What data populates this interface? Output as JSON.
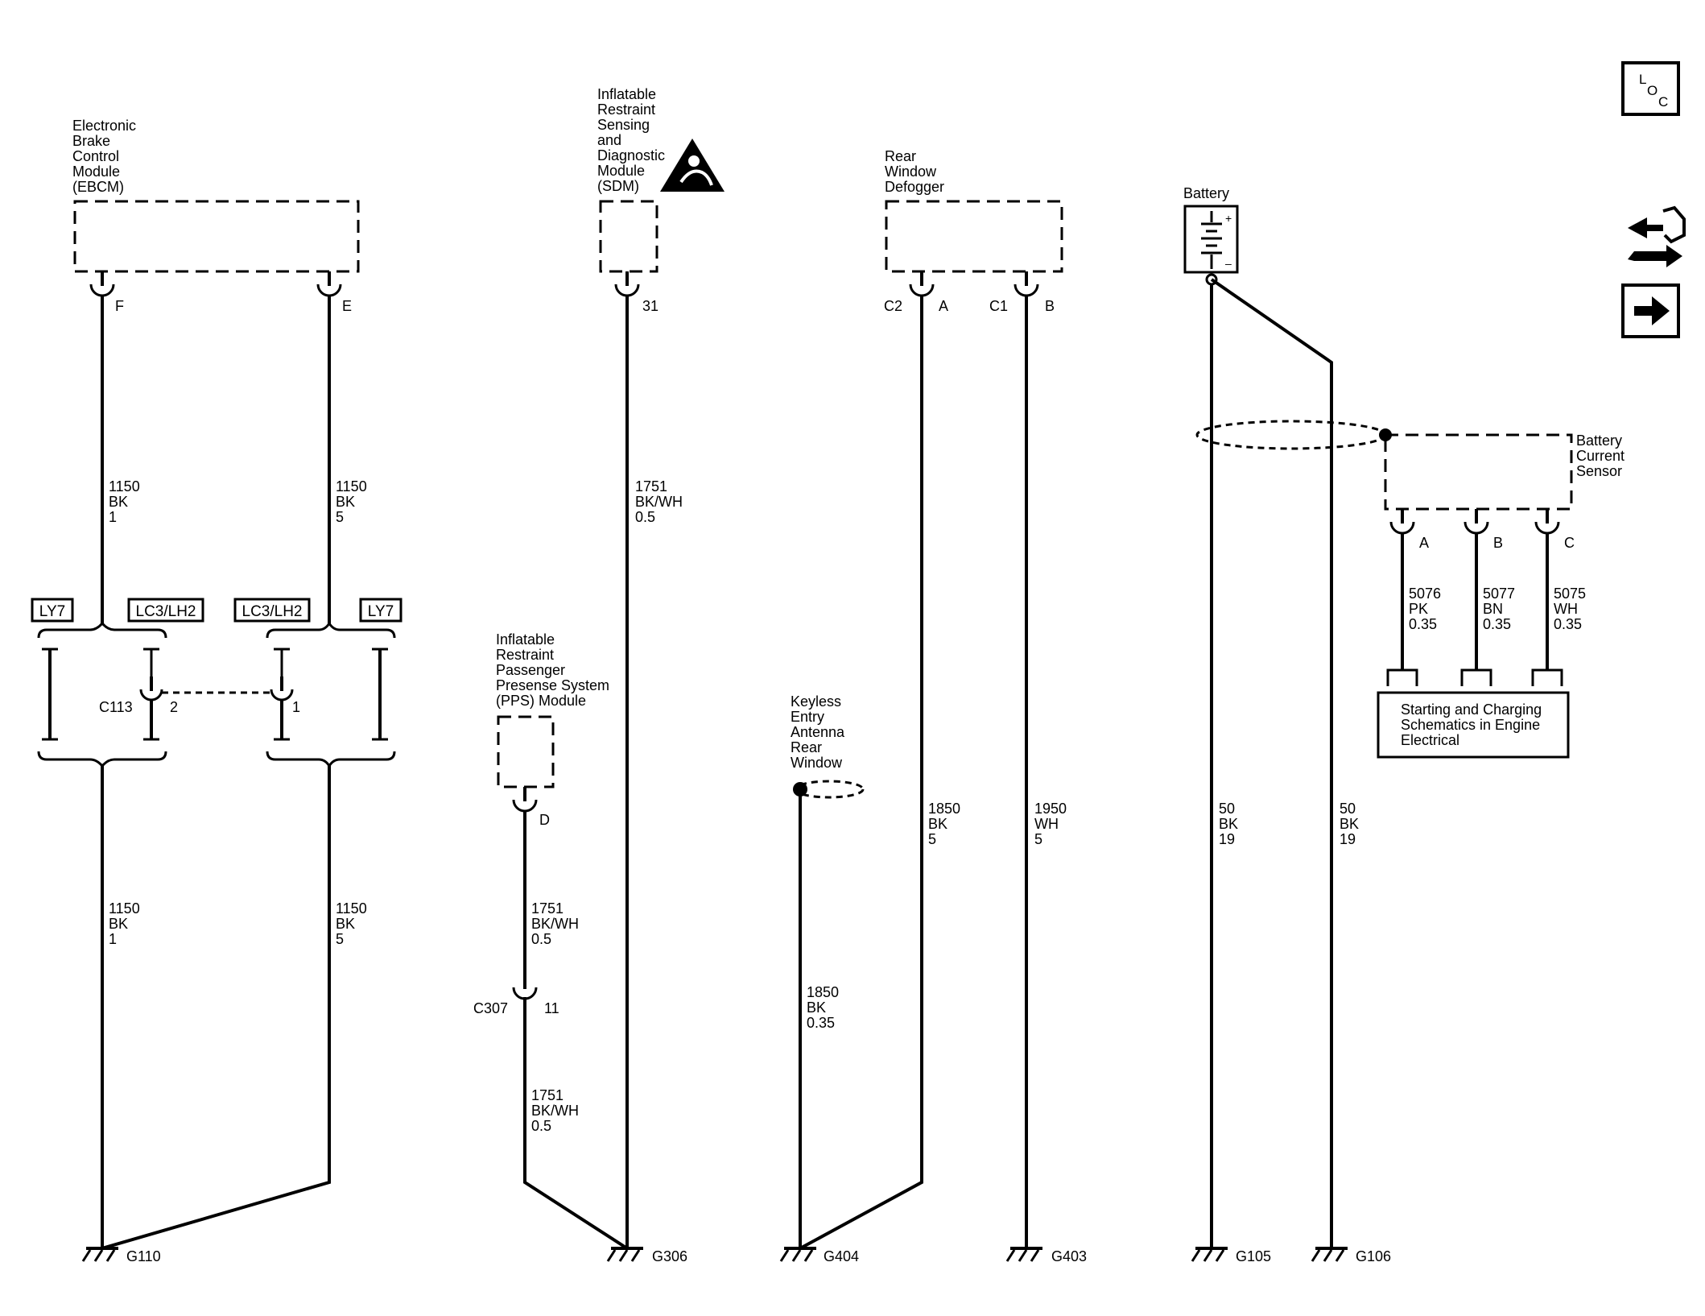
{
  "components": {
    "ebcm": [
      "Electronic",
      "Brake",
      "Control",
      "Module",
      "(EBCM)"
    ],
    "sdm": [
      "Inflatable",
      "Restraint",
      "Sensing",
      "and",
      "Diagnostic",
      "Module",
      "(SDM)"
    ],
    "pps": [
      "Inflatable",
      "Restraint",
      "Passenger",
      "Presense System",
      "(PPS) Module"
    ],
    "defogger": [
      "Rear",
      "Window",
      "Defogger"
    ],
    "keyless": [
      "Keyless",
      "Entry",
      "Antenna",
      "Rear",
      "Window"
    ],
    "battery": "Battery",
    "battery_plus": "+",
    "battery_minus": "–",
    "current_sensor": [
      "Battery",
      "Current",
      "Sensor"
    ],
    "starting_ref": [
      "Starting and Charging",
      "Schematics in Engine",
      "Electrical"
    ]
  },
  "pins": {
    "ebcm_f": "F",
    "ebcm_e": "E",
    "sdm_31": "31",
    "def_c2": "C2",
    "def_a": "A",
    "def_c1": "C1",
    "def_b": "B",
    "pps_d": "D",
    "c307": "C307",
    "c307_pin": "11",
    "c113": "C113",
    "c113_2": "2",
    "c113_1": "1",
    "bcs_a": "A",
    "bcs_b": "B",
    "bcs_c": "C"
  },
  "options": {
    "ly7": "LY7",
    "lc3": "LC3/LH2"
  },
  "wires": {
    "ebcm_f_top": [
      "1150",
      "BK",
      "1"
    ],
    "ebcm_e_top": [
      "1150",
      "BK",
      "5"
    ],
    "ebcm_f_bot": [
      "1150",
      "BK",
      "1"
    ],
    "ebcm_e_bot": [
      "1150",
      "BK",
      "5"
    ],
    "sdm": [
      "1751",
      "BK/WH",
      "0.5"
    ],
    "pps_top": [
      "1751",
      "BK/WH",
      "0.5"
    ],
    "pps_bot": [
      "1751",
      "BK/WH",
      "0.5"
    ],
    "keyless": [
      "1850",
      "BK",
      "0.35"
    ],
    "def_a": [
      "1850",
      "BK",
      "5"
    ],
    "def_b": [
      "1950",
      "WH",
      "5"
    ],
    "bat_1": [
      "50",
      "BK",
      "19"
    ],
    "bat_2": [
      "50",
      "BK",
      "19"
    ],
    "bcs_a": [
      "5076",
      "PK",
      "0.35"
    ],
    "bcs_b": [
      "5077",
      "BN",
      "0.35"
    ],
    "bcs_c": [
      "5075",
      "WH",
      "0.35"
    ]
  },
  "grounds": {
    "g110": "G110",
    "g306": "G306",
    "g404": "G404",
    "g403": "G403",
    "g105": "G105",
    "g106": "G106"
  },
  "side_icons": {
    "loc": [
      "L",
      "O",
      "C"
    ],
    "items": [
      "loc-icon",
      "component-view-icon",
      "next-page-icon"
    ]
  }
}
